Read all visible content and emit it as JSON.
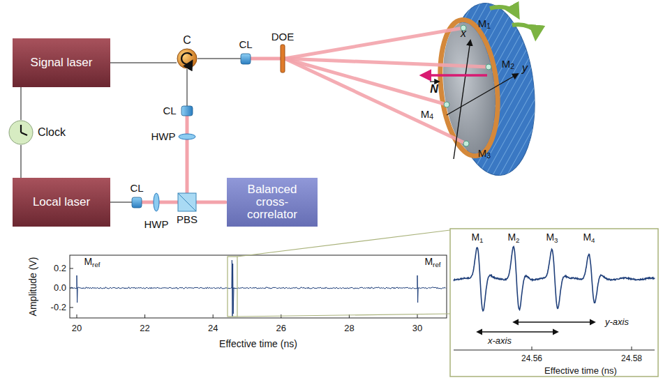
{
  "diagram": {
    "nodes": [
      {
        "text": [
          "Signal laser"
        ]
      },
      {
        "text": [
          "C"
        ]
      },
      {
        "text": [
          "DOE"
        ]
      },
      {
        "text": [
          "Clock"
        ]
      },
      {
        "text": [
          "Local laser"
        ]
      },
      {
        "text": [
          "PBS"
        ]
      },
      {
        "text": [
          "Balanced cross-correlator"
        ]
      }
    ],
    "edges": [
      {
        "from": 0,
        "to": 1,
        "arrow": "none"
      },
      {
        "from": 1,
        "to": 2,
        "arrow": "none"
      },
      {
        "from": 3,
        "to": 0,
        "arrow": "none"
      },
      {
        "from": 3,
        "to": 4,
        "arrow": "none"
      },
      {
        "from": 1,
        "to": 5,
        "arrow": "none"
      },
      {
        "from": 4,
        "to": 5,
        "arrow": "none"
      },
      {
        "from": 5,
        "to": 6,
        "arrow": "none"
      }
    ],
    "labels": [
      "CL",
      "CL",
      "HWP",
      "CL",
      "HWP",
      "x",
      "y",
      "N",
      "M1",
      "M2",
      "M3",
      "M4",
      "Mref",
      "Mref",
      "0.2",
      "0.0",
      "-0.2",
      "20",
      "22",
      "24",
      "26",
      "28",
      "30",
      "Amplitude (V)",
      "Effective time (ns)",
      "M1",
      "M2",
      "M3",
      "M4",
      "x-axis",
      "y-axis",
      "24.56",
      "24.58",
      "Effective time (ns)"
    ]
  }
}
